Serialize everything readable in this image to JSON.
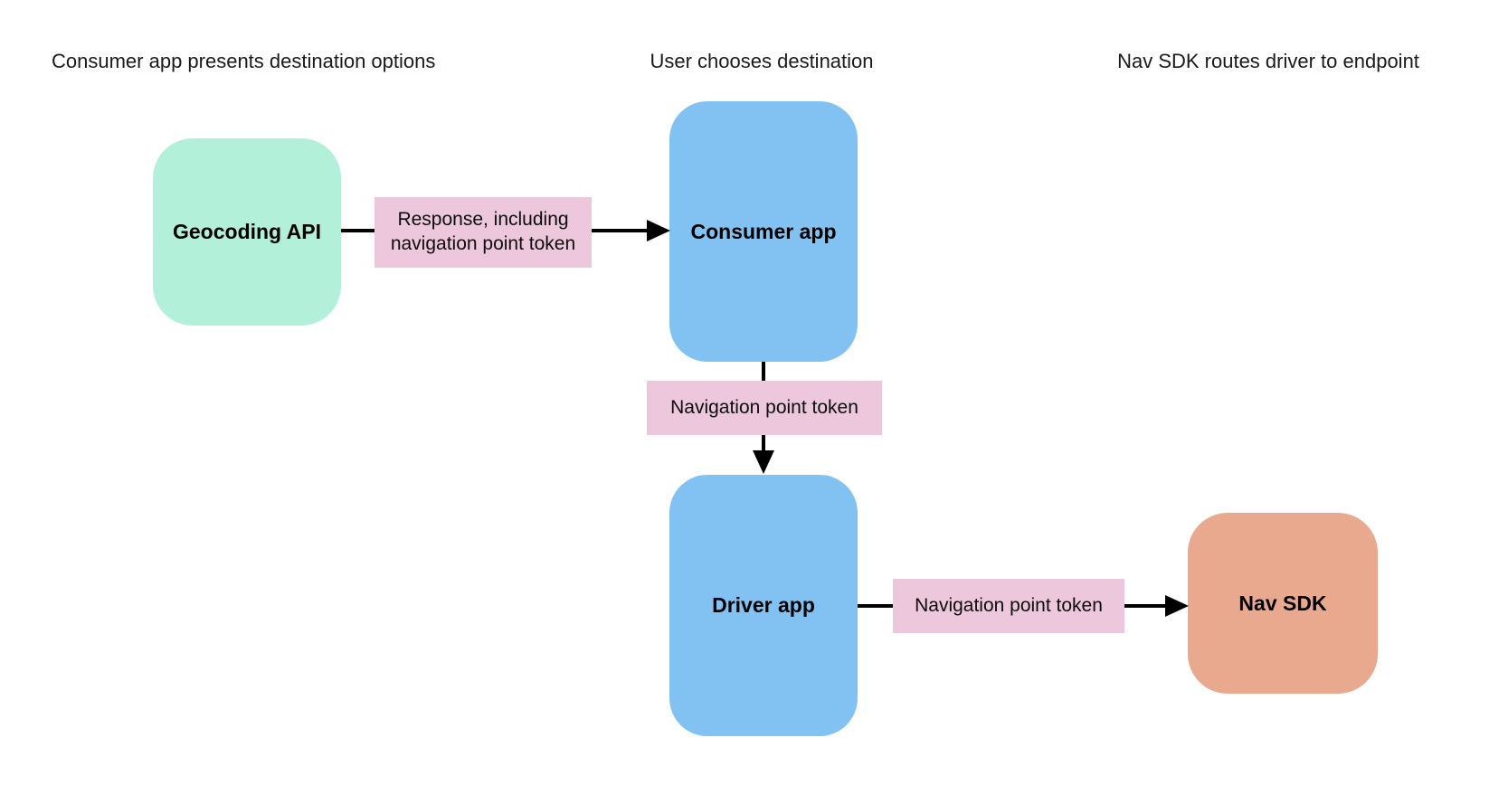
{
  "diagram": {
    "background_color": "#ffffff",
    "arrow_color": "#000000",
    "edge_label_bg": "#edc7db",
    "headers": [
      {
        "text": "Consumer app presents destination options"
      },
      {
        "text": "User chooses destination"
      },
      {
        "text": "Nav SDK routes driver to endpoint"
      }
    ],
    "nodes": [
      {
        "id": "geocoding-api",
        "label": "Geocoding API",
        "color": "#b2f0da"
      },
      {
        "id": "consumer-app",
        "label": "Consumer app",
        "color": "#82c2f2"
      },
      {
        "id": "driver-app",
        "label": "Driver app",
        "color": "#82c2f2"
      },
      {
        "id": "nav-sdk",
        "label": "Nav SDK",
        "color": "#e9a98e"
      }
    ],
    "edges": [
      {
        "from": "geocoding-api",
        "to": "consumer-app",
        "label": "Response, including navigation point token"
      },
      {
        "from": "consumer-app",
        "to": "driver-app",
        "label": "Navigation point token"
      },
      {
        "from": "driver-app",
        "to": "nav-sdk",
        "label": "Navigation point token"
      }
    ]
  }
}
